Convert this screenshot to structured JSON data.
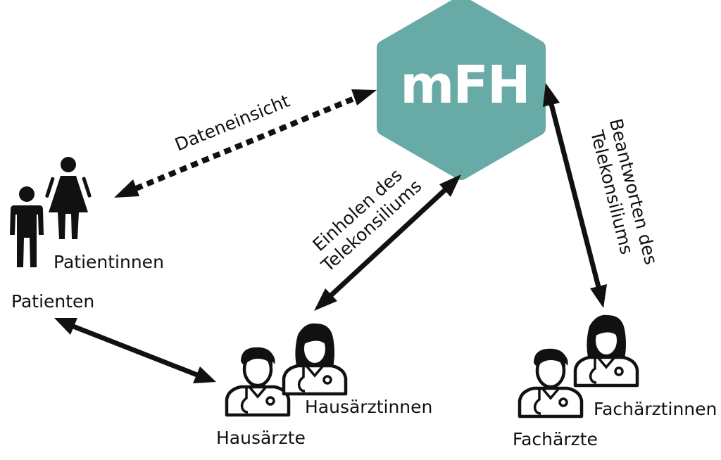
{
  "hub": {
    "label": "mFH",
    "color": "#68aaa6"
  },
  "arrows": {
    "data_access": "Dateneinsicht",
    "request_line1": "Einholen des",
    "request_line2": "Telekonsiliums",
    "answer_line1": "Beantworten des",
    "answer_line2": "Telekonsiliums"
  },
  "actors": {
    "patients_female": "Patientinnen",
    "patients_male": "Patienten",
    "gp_female": "Hausärztinnen",
    "gp_male": "Hausärzte",
    "specialist_female": "Fachärztinnen",
    "specialist_male": "Fachärzte"
  }
}
